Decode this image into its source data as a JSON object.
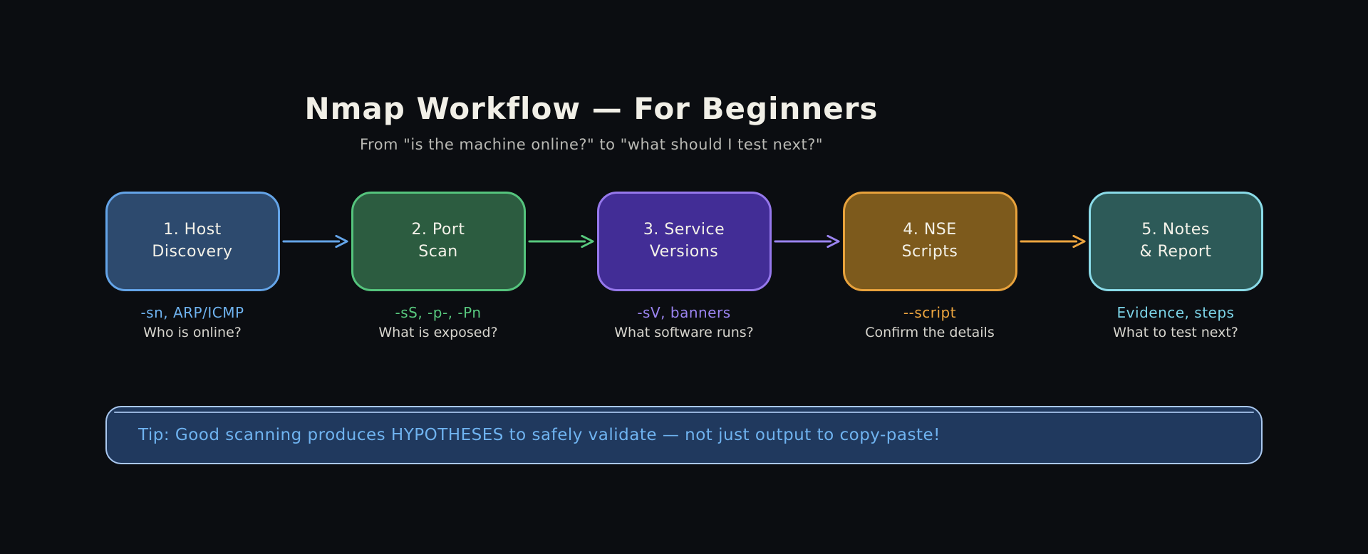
{
  "page": {
    "background": "#0b0d11"
  },
  "header": {
    "title": "Nmap Workflow — For Beginners",
    "subtitle": "From \"is the machine online?\" to \"what should I test next?\""
  },
  "steps": [
    {
      "title_line1": "1. Host",
      "title_line2": "Discovery",
      "command": "-sn, ARP/ICMP",
      "question": "Who is online?",
      "colors": {
        "fill": "#2d4a6e",
        "border": "#64a4e8",
        "accent": "#6fb3f0",
        "arrow": "#64a4e8"
      }
    },
    {
      "title_line1": "2. Port",
      "title_line2": "Scan",
      "command": "-sS, -p-, -Pn",
      "question": "What is exposed?",
      "colors": {
        "fill": "#2c5c40",
        "border": "#55c47d",
        "accent": "#58c97e",
        "arrow": "#58c97e"
      }
    },
    {
      "title_line1": "3. Service",
      "title_line2": "Versions",
      "command": "-sV, banners",
      "question": "What software runs?",
      "colors": {
        "fill": "#422d96",
        "border": "#9678ec",
        "accent": "#9b84f0",
        "arrow": "#9b84f0"
      }
    },
    {
      "title_line1": "4. NSE",
      "title_line2": "Scripts",
      "command": "--script",
      "question": "Confirm the details",
      "colors": {
        "fill": "#7d5a1c",
        "border": "#e8a23c",
        "accent": "#eda53f",
        "arrow": "#eda53f"
      }
    },
    {
      "title_line1": "5. Notes",
      "title_line2": "& Report",
      "command": "Evidence, steps",
      "question": "What to test next?",
      "colors": {
        "fill": "#2d5a58",
        "border": "#8adbe8",
        "accent": "#7cd4e8",
        "arrow": "#7cd4e8"
      }
    }
  ],
  "tip": {
    "text": "Tip: Good scanning produces HYPOTHESES to safely validate — not just output to copy-paste!",
    "colors": {
      "fill": "#20395e",
      "border": "#aac8f0",
      "text": "#6fb3f0"
    }
  }
}
